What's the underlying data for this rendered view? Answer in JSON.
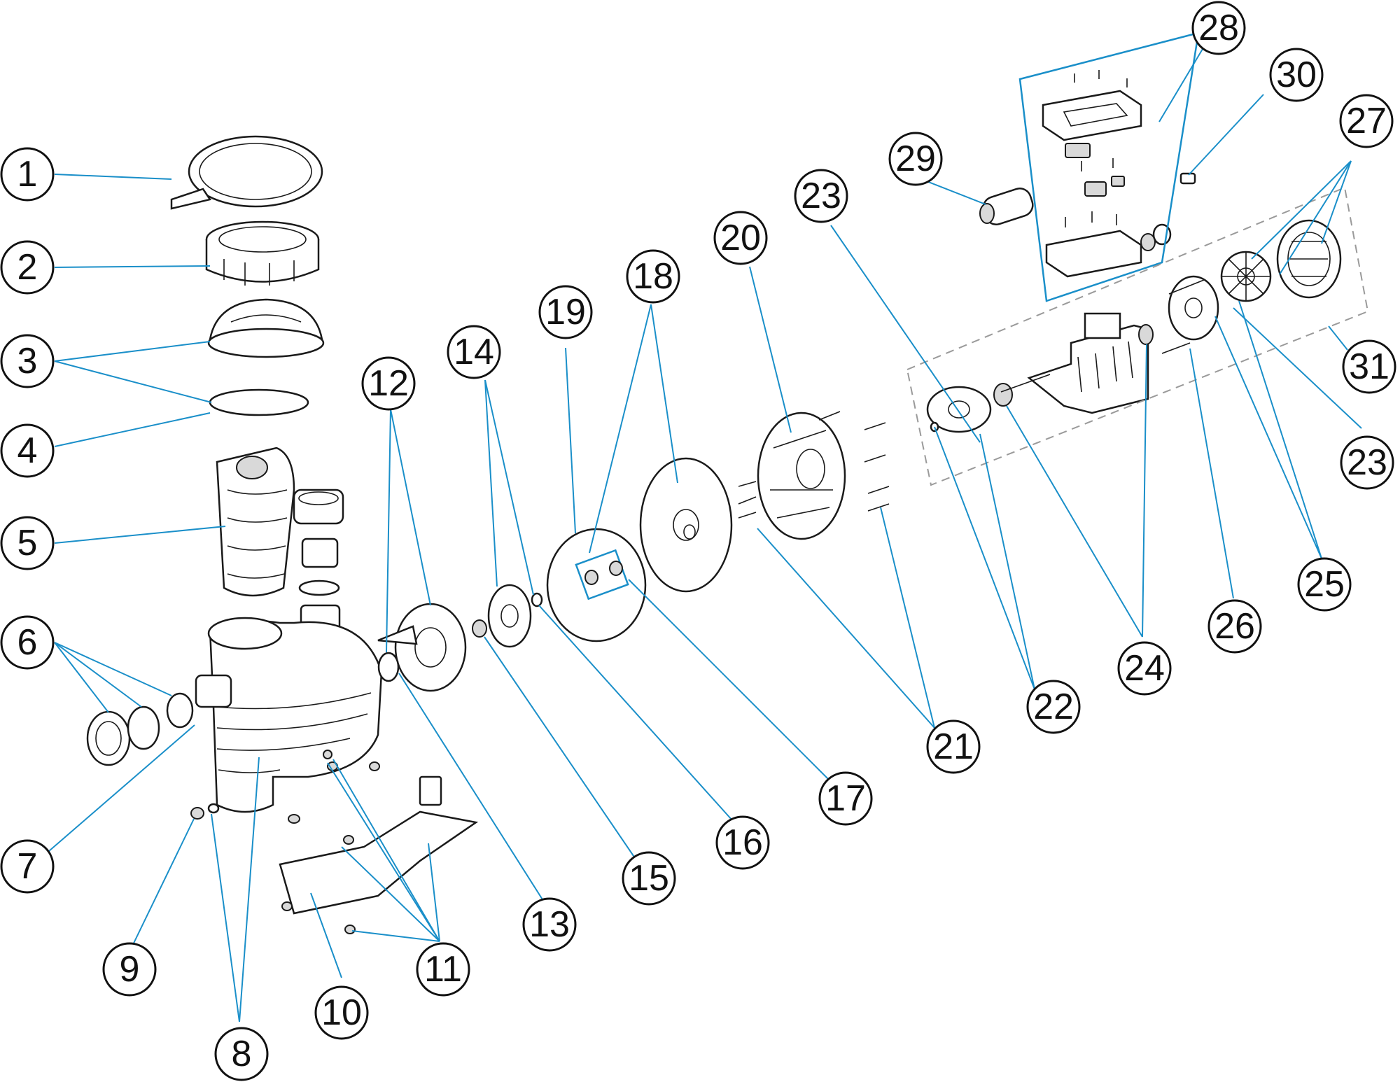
{
  "diagram": {
    "callouts": [
      {
        "id": "c1",
        "label": "1"
      },
      {
        "id": "c2",
        "label": "2"
      },
      {
        "id": "c3",
        "label": "3"
      },
      {
        "id": "c4",
        "label": "4"
      },
      {
        "id": "c5",
        "label": "5"
      },
      {
        "id": "c6",
        "label": "6"
      },
      {
        "id": "c7",
        "label": "7"
      },
      {
        "id": "c8",
        "label": "8"
      },
      {
        "id": "c9",
        "label": "9"
      },
      {
        "id": "c10",
        "label": "10"
      },
      {
        "id": "c11",
        "label": "11"
      },
      {
        "id": "c12",
        "label": "12"
      },
      {
        "id": "c13",
        "label": "13"
      },
      {
        "id": "c14",
        "label": "14"
      },
      {
        "id": "c15",
        "label": "15"
      },
      {
        "id": "c16",
        "label": "16"
      },
      {
        "id": "c17",
        "label": "17"
      },
      {
        "id": "c18",
        "label": "18"
      },
      {
        "id": "c19",
        "label": "19"
      },
      {
        "id": "c20",
        "label": "20"
      },
      {
        "id": "c21",
        "label": "21"
      },
      {
        "id": "c22",
        "label": "22"
      },
      {
        "id": "c23a",
        "label": "23"
      },
      {
        "id": "c23b",
        "label": "23"
      },
      {
        "id": "c24",
        "label": "24"
      },
      {
        "id": "c25",
        "label": "25"
      },
      {
        "id": "c26",
        "label": "26"
      },
      {
        "id": "c27",
        "label": "27"
      },
      {
        "id": "c28",
        "label": "28"
      },
      {
        "id": "c29",
        "label": "29"
      },
      {
        "id": "c30",
        "label": "30"
      },
      {
        "id": "c31",
        "label": "31"
      }
    ],
    "colors": {
      "leader": "#1a8fc9",
      "outline": "#1a1a1a",
      "group_box": "#9a9a9a"
    }
  }
}
